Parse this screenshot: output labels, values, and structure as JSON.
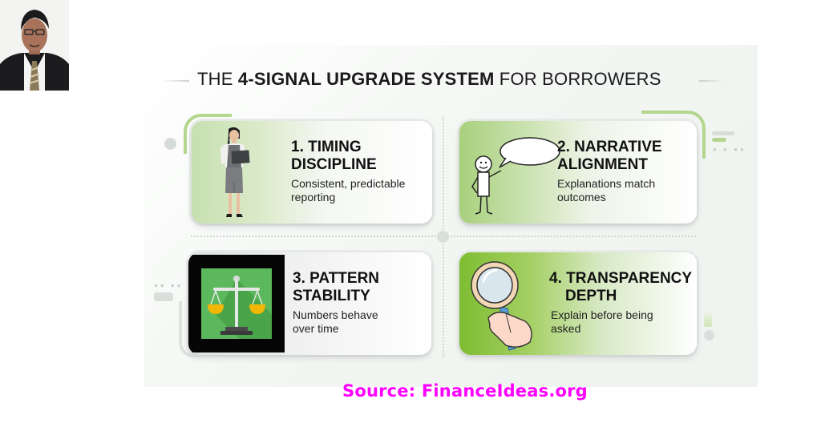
{
  "author_photo": {
    "alt": "author-headshot"
  },
  "infographic": {
    "title": {
      "prefix": "THE ",
      "bold": "4-SIGNAL UPGRADE SYSTEM",
      "suffix": " FOR BORROWERS"
    },
    "cards": [
      {
        "number": "1.",
        "heading_line1": "1. TIMING",
        "heading_line2": "DISCIPLINE",
        "desc_line1": "Consistent, predictable",
        "desc_line2": "reporting",
        "illustration": "businesswoman-with-tablet-icon",
        "accent": "#c7e0af"
      },
      {
        "number": "2.",
        "heading_line1": "2. NARRATIVE",
        "heading_line2": "ALIGNMENT",
        "desc_line1": "Explanations match",
        "desc_line2": "outcomes",
        "illustration": "stick-figure-speech-bubble-icon",
        "accent": "#a8d07c"
      },
      {
        "number": "3.",
        "heading_line1": "3. PATTERN",
        "heading_line2": "STABILITY",
        "desc_line1": "Numbers behave",
        "desc_line2": "over time",
        "illustration": "balance-scale-icon",
        "accent": "#4caf50"
      },
      {
        "number": "4.",
        "heading_line1": "4. TRANSPARENCY",
        "heading_line2": "DEPTH",
        "desc_line1": "Explain before being",
        "desc_line2": "asked",
        "illustration": "magnifying-glass-hand-icon",
        "accent": "#7ebd32"
      }
    ]
  },
  "source": {
    "label": "Source: FinanceIdeas.org",
    "color": "#ff00ff"
  }
}
